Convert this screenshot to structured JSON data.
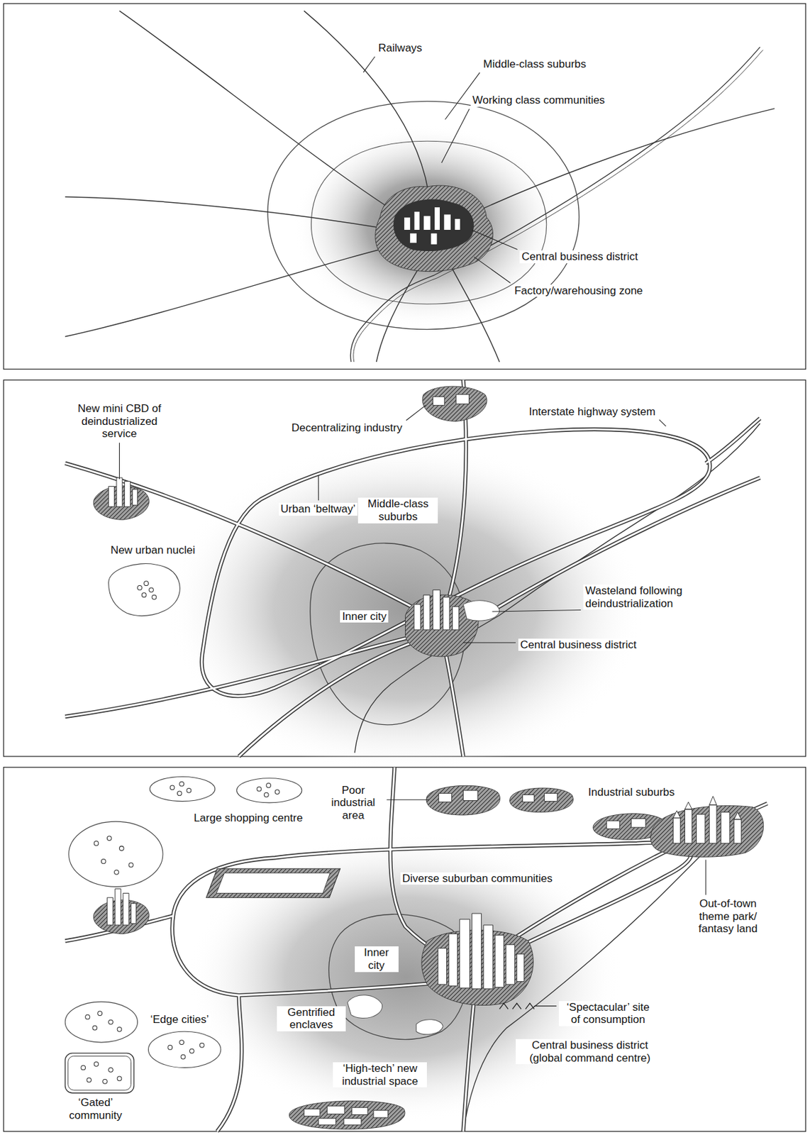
{
  "diagram": {
    "labels": [
      "Railways",
      "Middle-class suburbs",
      "Working class communities",
      "Central business district",
      "Factory/warehousing zone",
      "New mini CBD of deindustrialized service",
      "Decentralizing industry",
      "Interstate highway system",
      "Urban ‘beltway’",
      "Middle-class suburbs",
      "Wasteland following deindustrialization",
      "New urban nuclei",
      "Inner city",
      "Central business district",
      "Large shopping centre",
      "Poor industrial area",
      "Industrial suburbs",
      "Diverse suburban communities",
      "Out-of-town theme park/ fantasy land",
      "Inner city",
      "‘Edge cities’",
      "‘Spectacular’ site of consumption",
      "Gentrified enclaves",
      "Central business district (global command centre)",
      "‘Gated’ community",
      "‘High-tech’ new industrial space"
    ]
  }
}
